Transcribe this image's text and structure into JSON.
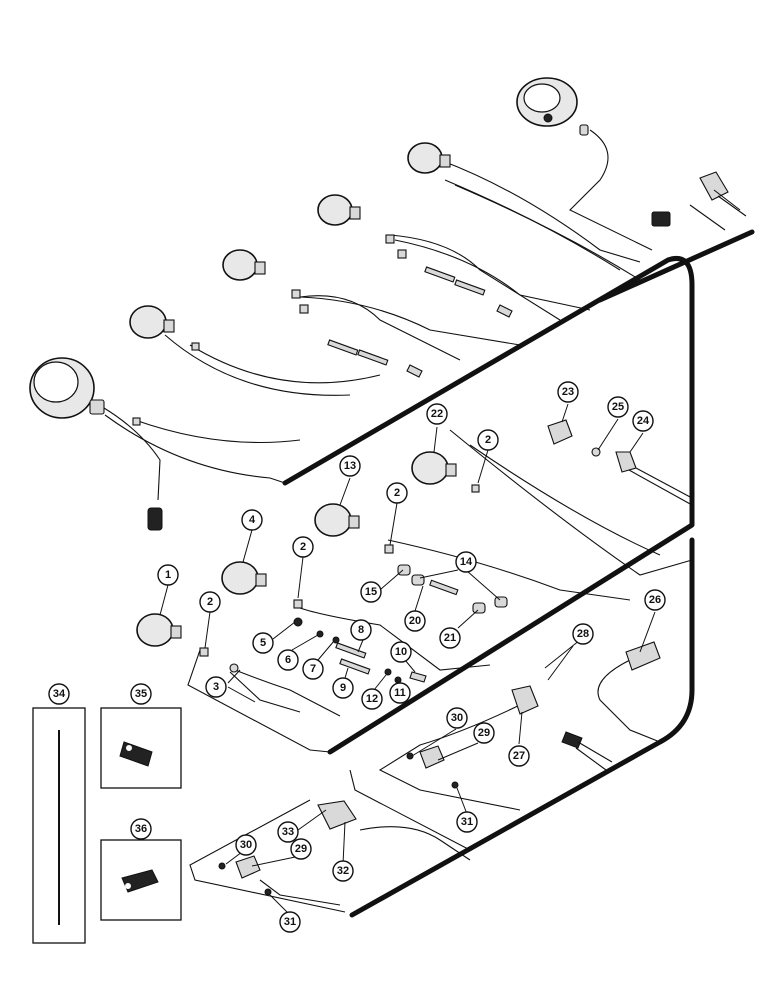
{
  "callouts": [
    {
      "id": "c1",
      "label": "1"
    },
    {
      "id": "c2a",
      "label": "2"
    },
    {
      "id": "c2b",
      "label": "2"
    },
    {
      "id": "c2c",
      "label": "2"
    },
    {
      "id": "c2d",
      "label": "2"
    },
    {
      "id": "c3",
      "label": "3"
    },
    {
      "id": "c4",
      "label": "4"
    },
    {
      "id": "c5",
      "label": "5"
    },
    {
      "id": "c6",
      "label": "6"
    },
    {
      "id": "c7",
      "label": "7"
    },
    {
      "id": "c8",
      "label": "8"
    },
    {
      "id": "c9",
      "label": "9"
    },
    {
      "id": "c10",
      "label": "10"
    },
    {
      "id": "c11",
      "label": "11"
    },
    {
      "id": "c12",
      "label": "12"
    },
    {
      "id": "c13",
      "label": "13"
    },
    {
      "id": "c14",
      "label": "14"
    },
    {
      "id": "c15",
      "label": "15"
    },
    {
      "id": "c20",
      "label": "20"
    },
    {
      "id": "c21",
      "label": "21"
    },
    {
      "id": "c22",
      "label": "22"
    },
    {
      "id": "c23",
      "label": "23"
    },
    {
      "id": "c24",
      "label": "24"
    },
    {
      "id": "c25",
      "label": "25"
    },
    {
      "id": "c26",
      "label": "26"
    },
    {
      "id": "c27",
      "label": "27"
    },
    {
      "id": "c28",
      "label": "28"
    },
    {
      "id": "c29a",
      "label": "29"
    },
    {
      "id": "c29b",
      "label": "29"
    },
    {
      "id": "c30a",
      "label": "30"
    },
    {
      "id": "c30b",
      "label": "30"
    },
    {
      "id": "c31a",
      "label": "31"
    },
    {
      "id": "c31b",
      "label": "31"
    },
    {
      "id": "c32",
      "label": "32"
    },
    {
      "id": "c33",
      "label": "33"
    },
    {
      "id": "c34",
      "label": "34"
    },
    {
      "id": "c35",
      "label": "35"
    },
    {
      "id": "c36",
      "label": "36"
    }
  ]
}
